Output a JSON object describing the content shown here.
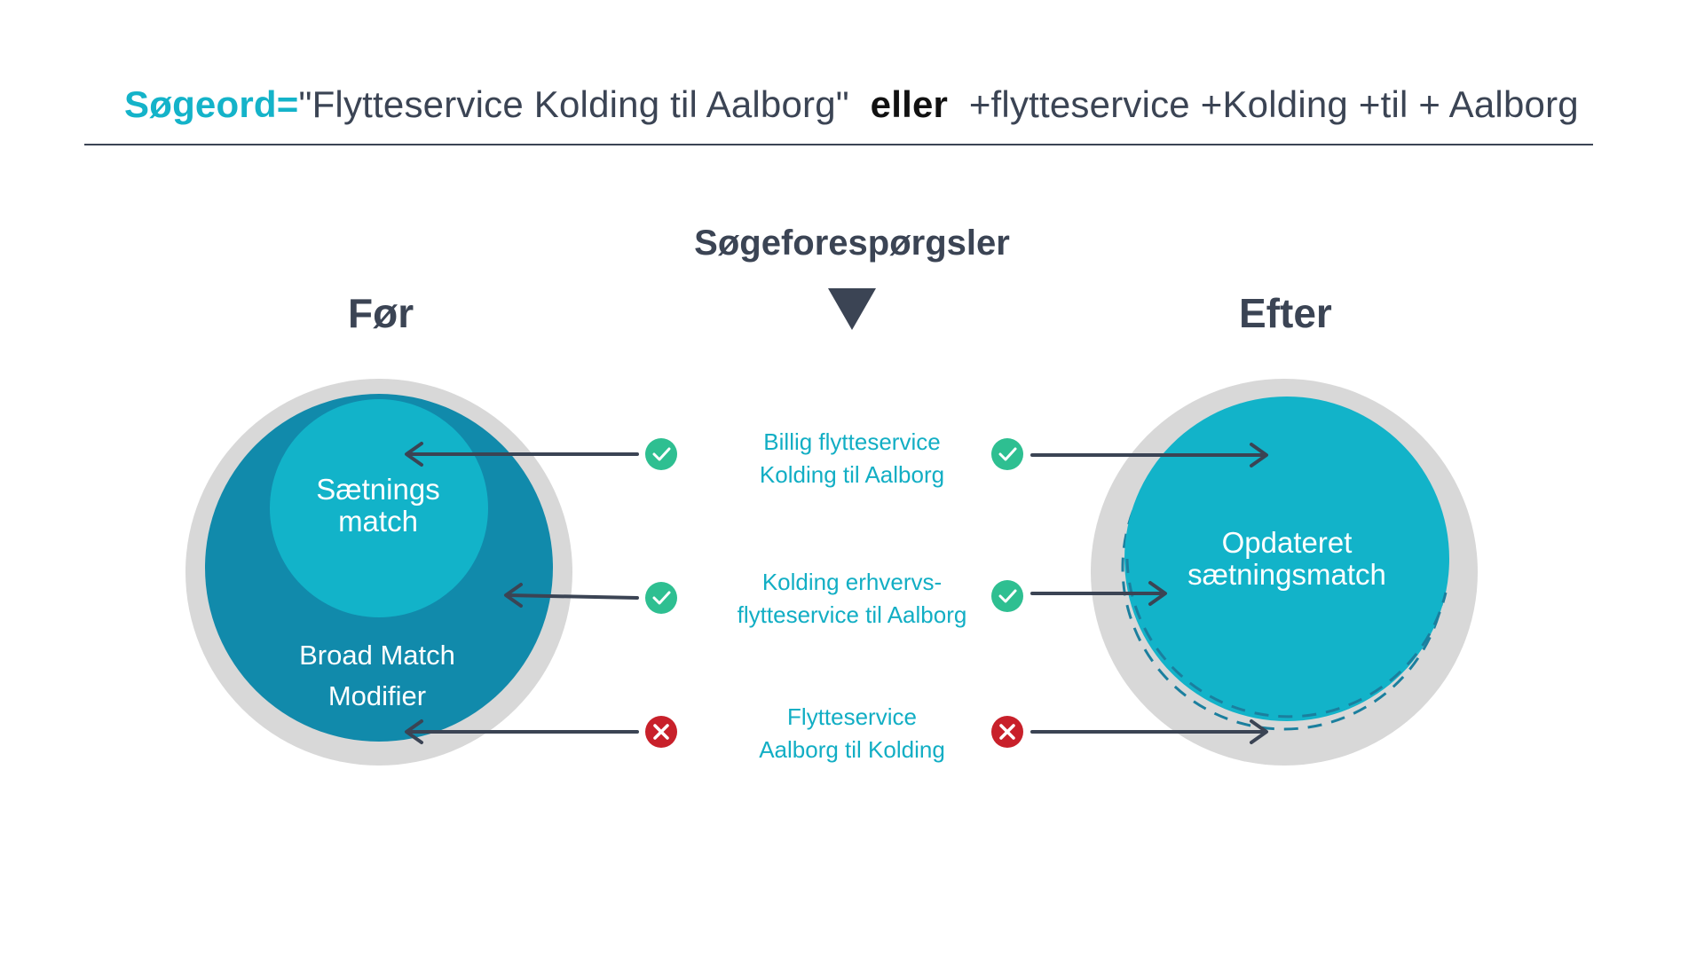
{
  "header": {
    "keyword_label": "Søgeord=",
    "phrase": "\"Flytteservice Kolding til Aalborg\"",
    "connector": "eller",
    "modifier": "+flytteservice +Kolding +til + Aalborg"
  },
  "title": "Søgeforespørgsler",
  "before_label": "Før",
  "after_label": "Efter",
  "left_circle": {
    "inner": [
      "Sætnings",
      "match"
    ],
    "outer": [
      "Broad Match",
      "Modifier"
    ]
  },
  "right_circle": {
    "inner": [
      "Opdateret",
      "sætningsmatch"
    ]
  },
  "queries": [
    {
      "lines": [
        "Billig flytteservice",
        "Kolding til Aalborg"
      ],
      "before_status": "check",
      "after_status": "check"
    },
    {
      "lines": [
        "Kolding erhvervs-",
        "flytteservice til Aalborg"
      ],
      "before_status": "check",
      "after_status": "check"
    },
    {
      "lines": [
        "Flytteservice",
        "Aalborg til Kolding"
      ],
      "before_status": "cross",
      "after_status": "cross"
    }
  ],
  "colors": {
    "accent": "#14b3c9",
    "text": "#3b4454",
    "outer_ring": "#d8d8d8",
    "broad_match": "#118aab",
    "phrase_match": "#12b3c9",
    "check": "#2ebf91",
    "cross": "#c8202a"
  },
  "icons": [
    "check-icon",
    "cross-icon",
    "triangle-down-icon",
    "arrow-left-icon",
    "arrow-right-icon"
  ]
}
